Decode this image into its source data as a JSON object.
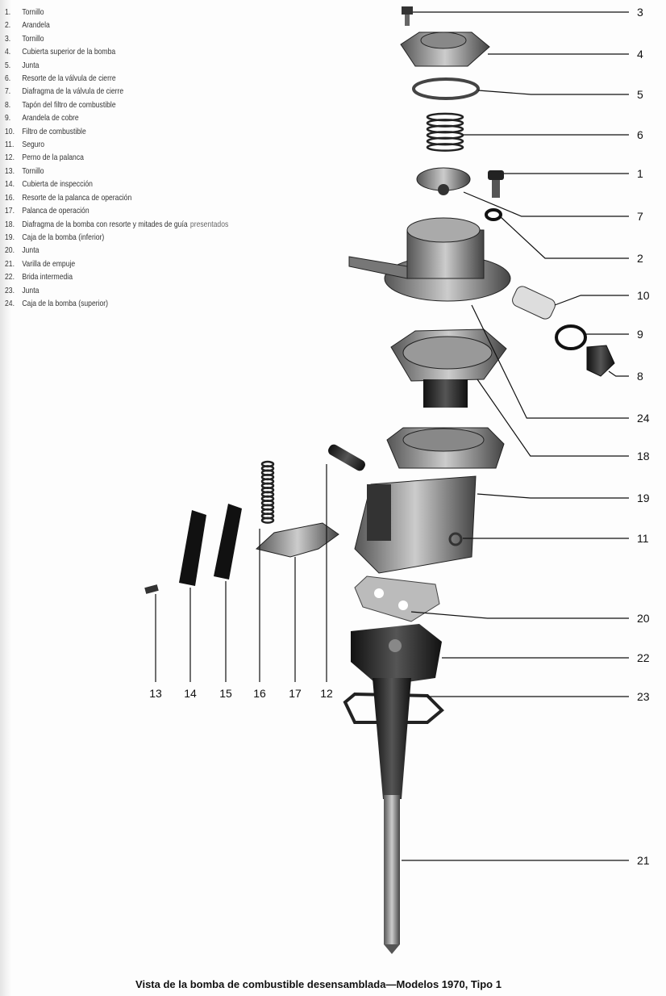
{
  "legend": [
    {
      "num": "1.",
      "text": "Tornillo"
    },
    {
      "num": "2.",
      "text": "Arandela"
    },
    {
      "num": "3.",
      "text": "Tornillo"
    },
    {
      "num": "4.",
      "text": "Cubierta superior de la bomba"
    },
    {
      "num": "5.",
      "text": "Junta"
    },
    {
      "num": "6.",
      "text": "Resorte de la válvula de cierre"
    },
    {
      "num": "7.",
      "text": "Diafragma de la válvula de cierre"
    },
    {
      "num": "8.",
      "text": "Tapón del filtro de combustible"
    },
    {
      "num": "9.",
      "text": "Arandela de cobre"
    },
    {
      "num": "10.",
      "text": "Filtro de combustible"
    },
    {
      "num": "11.",
      "text": "Seguro"
    },
    {
      "num": "12.",
      "text": "Perno de la palanca"
    },
    {
      "num": "13.",
      "text": "Tornillo"
    },
    {
      "num": "14.",
      "text": "Cubierta de inspección"
    },
    {
      "num": "16.",
      "text": "Resorte de la palanca de operación"
    },
    {
      "num": "17.",
      "text": "Palanca de operación"
    },
    {
      "num": "18.",
      "text": "Diafragma de la bomba con resorte y mitades de guía",
      "extra": "presentados"
    },
    {
      "num": "19.",
      "text": "Caja de la bomba (inferior)"
    },
    {
      "num": "20.",
      "text": "Junta"
    },
    {
      "num": "21.",
      "text": "Varilla de empuje"
    },
    {
      "num": "22.",
      "text": "Brida intermedia"
    },
    {
      "num": "23.",
      "text": "Junta"
    },
    {
      "num": "24.",
      "text": "Caja de la bomba (superior)"
    }
  ],
  "callouts_right": [
    "3",
    "4",
    "5",
    "6",
    "1",
    "7",
    "2",
    "10",
    "9",
    "8",
    "24",
    "18",
    "19",
    "11",
    "20",
    "22",
    "23",
    "21"
  ],
  "callouts_bottom": [
    "13",
    "14",
    "15",
    "16",
    "17",
    "12"
  ],
  "caption": "Vista de la bomba de combustible desensamblada—Modelos 1970, Tipo 1"
}
